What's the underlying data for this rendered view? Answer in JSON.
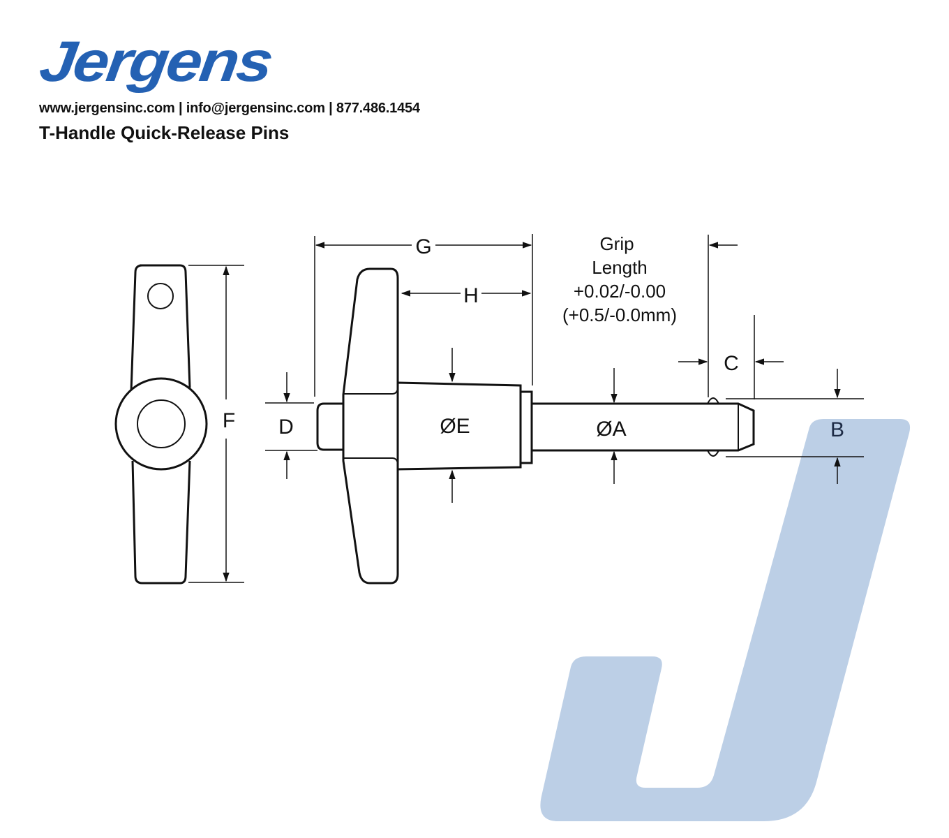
{
  "brand": {
    "logo_text": "Jergens",
    "logo_color": "#2461b3",
    "watermark_color": "#bccfe6",
    "watermark_glyph": "J"
  },
  "header": {
    "contact_line": "www.jergensinc.com | info@jergensinc.com | 877.486.1454",
    "website": "www.jergensinc.com",
    "email": "info@jergensinc.com",
    "phone": "877.486.1454",
    "title": "T-Handle Quick-Release Pins"
  },
  "drawing": {
    "end_view": {
      "dimension_label": "F"
    },
    "side_view": {
      "dimension_labels": {
        "G": "G",
        "H": "H",
        "D": "D",
        "E": "ØE",
        "A": "ØA",
        "B": "B",
        "C": "C"
      },
      "grip_length": {
        "line1": "Grip",
        "line2": "Length",
        "line3": "+0.02/-0.00",
        "line4": "(+0.5/-0.0mm)"
      }
    },
    "line_color": "#111111"
  }
}
